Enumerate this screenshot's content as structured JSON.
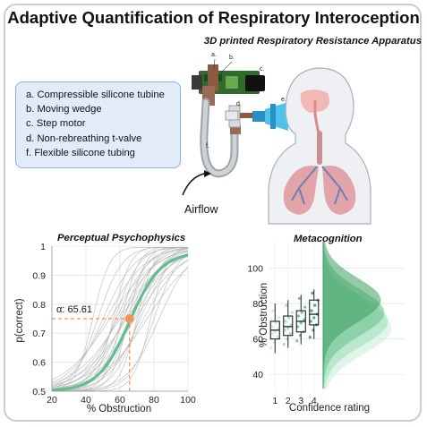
{
  "title": "Adaptive Quantification of Respiratory Interoception",
  "apparatus": {
    "title": "3D printed Respiratory Resistance Apparatus",
    "callouts": [
      "a.",
      "b.",
      "c.",
      "d.",
      "e.",
      "f."
    ],
    "airflow_label": "Airflow"
  },
  "legend": {
    "items": [
      "a. Compressible silicone tubine",
      "b. Moving wedge",
      "c. Step motor",
      "d. Non-rebreathing t-valve",
      "f. Flexible silicone tubing"
    ]
  },
  "psychophysics": {
    "title": "Perceptual Psychophysics",
    "threshold_label": "α: 65.61",
    "icon": "psychometric-function",
    "accent_color": "#5fbf8f",
    "threshold_color": "#f0955a"
  },
  "metacognition": {
    "title": "Metacognition"
  },
  "chart_data": [
    {
      "type": "line",
      "title": "Perceptual Psychophysics",
      "xlabel": "% Obstruction",
      "ylabel": "p(correct)",
      "xlim": [
        20,
        100
      ],
      "ylim": [
        0.5,
        1
      ],
      "x_ticks": [
        20,
        40,
        60,
        80,
        100
      ],
      "y_ticks": [
        0.5,
        0.6,
        0.7,
        0.8,
        0.9,
        1
      ],
      "x_tick_labels": [
        "20",
        "40",
        "60",
        "80",
        "100"
      ],
      "y_tick_labels": [
        "0.5",
        "0.6",
        "0.7",
        "0.8",
        "0.9",
        "1"
      ],
      "grid": true,
      "threshold": {
        "x": 65.61,
        "y": 0.75
      },
      "series": [
        {
          "x": [
            20,
            30,
            40,
            50,
            60,
            65.61,
            70,
            80,
            90,
            100
          ],
          "y": [
            0.505,
            0.52,
            0.56,
            0.63,
            0.71,
            0.75,
            0.79,
            0.88,
            0.94,
            0.97
          ]
        }
      ],
      "individual_thresholds": [
        44,
        47,
        50,
        52,
        54,
        56,
        57,
        58,
        59,
        60,
        61,
        62,
        62,
        63,
        64,
        65,
        66,
        67,
        68,
        69,
        70,
        71,
        72,
        74,
        76,
        78,
        80,
        83
      ]
    },
    {
      "type": "box",
      "title": "Metacognition",
      "xlabel": "Confidence rating",
      "ylabel": "% Obstruction",
      "categories": [
        "1",
        "2",
        "3",
        "4"
      ],
      "ylim": [
        30,
        115
      ],
      "y_ticks": [
        40,
        60,
        80,
        100
      ],
      "y_tick_labels": [
        "40",
        "60",
        "80",
        "100"
      ],
      "boxes": [
        {
          "min": 52,
          "q1": 60,
          "median": 65,
          "q3": 70,
          "max": 80
        },
        {
          "min": 55,
          "q1": 62,
          "median": 67,
          "q3": 73,
          "max": 82
        },
        {
          "min": 57,
          "q1": 64,
          "median": 70,
          "q3": 76,
          "max": 85
        },
        {
          "min": 60,
          "q1": 68,
          "median": 74,
          "q3": 82,
          "max": 88
        }
      ],
      "points": {
        "1": [
          55,
          58,
          61,
          63,
          64,
          66,
          67,
          69,
          72,
          76
        ],
        "2": [
          57,
          60,
          63,
          65,
          66,
          68,
          70,
          72,
          75,
          79
        ],
        "3": [
          59,
          62,
          64,
          67,
          69,
          71,
          73,
          75,
          78,
          83
        ],
        "4": [
          61,
          65,
          68,
          70,
          72,
          74,
          76,
          79,
          82,
          86
        ]
      },
      "density_peaks": [
        {
          "peak": 82,
          "color": "#3e9f62"
        },
        {
          "peak": 75,
          "color": "#66c08a"
        },
        {
          "peak": 70,
          "color": "#9ddcb8"
        },
        {
          "peak": 66,
          "color": "#c8eed8"
        }
      ]
    }
  ]
}
